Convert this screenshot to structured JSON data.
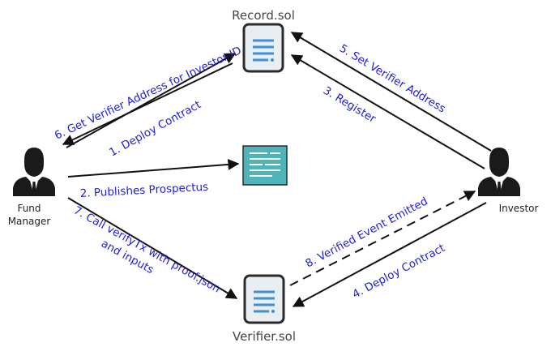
{
  "nodes": {
    "record": "Record.sol",
    "verifier": "Verifier.sol",
    "fund_manager": [
      "Fund",
      "Manager"
    ],
    "investor": "Investor"
  },
  "edges": {
    "e1": "1. Deploy Contract",
    "e2": "2. Publishes Prospectus",
    "e3": "3. Register",
    "e4": "4. Deploy Contract",
    "e5": "5. Set Verifier Address",
    "e6": "6. Get Verifier Address for Investor ID",
    "e7": [
      "7. Call verifyTx with proof.json",
      "and inputs"
    ],
    "e8": "8. Verified Event Emitted"
  },
  "colors": {
    "edge_label": "#1f1fd6",
    "document_fill": "#e9eef2",
    "document_lines": "#3f8fd6",
    "prospectus_fill": "#4fb3ba",
    "person": "#1a1a1a"
  }
}
